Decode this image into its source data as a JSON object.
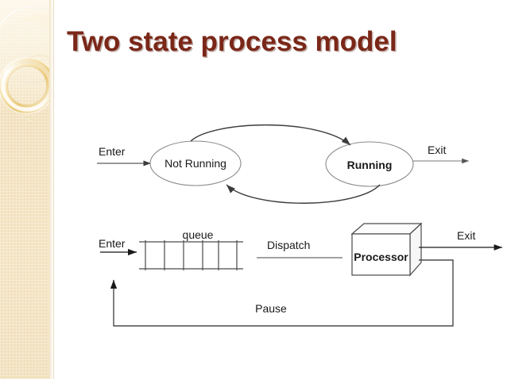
{
  "slide": {
    "title": "Two state process model",
    "title_color": "#7a2718",
    "background_color": "#ffffff",
    "sidebar_color": "#f2e2be"
  },
  "state_diagram": {
    "name": "two-state-process-model",
    "enter_label": "Enter",
    "exit_label": "Exit",
    "states": [
      {
        "id": "not-running",
        "label": "Not Running",
        "bold": false
      },
      {
        "id": "running",
        "label": "Running",
        "bold": true
      }
    ]
  },
  "queue_diagram": {
    "name": "queueing-diagram",
    "enter_label": "Enter",
    "queue_label": "queue",
    "queue_cells": 5,
    "dispatch_label": "Dispatch",
    "processor_label": "Processor",
    "exit_label": "Exit",
    "pause_label": "Pause"
  }
}
